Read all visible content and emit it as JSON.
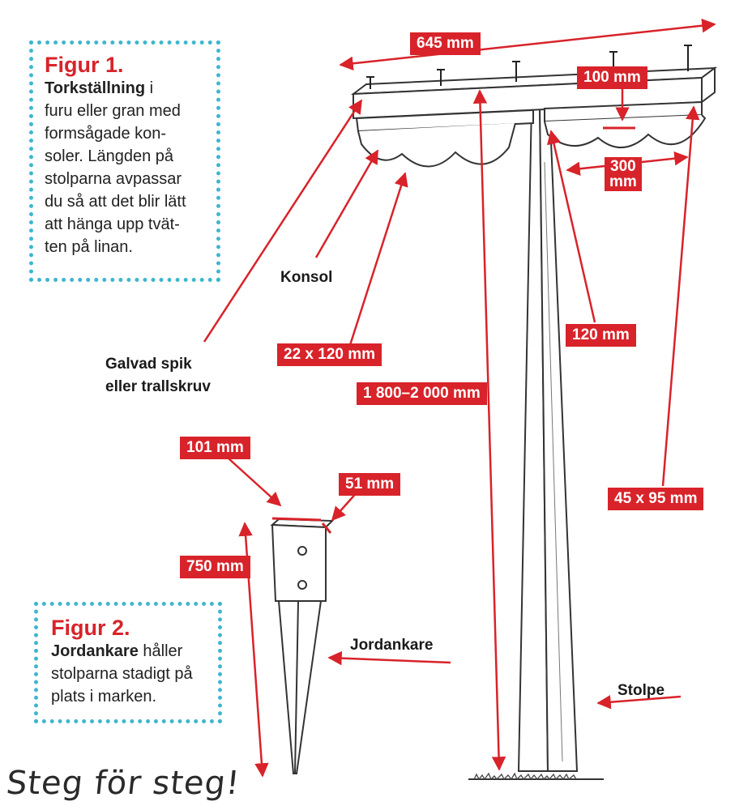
{
  "figure1": {
    "title": "Figur 1.",
    "body_bold": "Torkställning",
    "body_lines": [
      " i",
      "furu eller gran med",
      "formsågade kon-",
      "soler. Längden på",
      "stolparna avpassar",
      "du så att det blir lätt",
      "att hänga upp tvät-",
      "ten på linan."
    ]
  },
  "figure2": {
    "title": "Figur 2.",
    "body_bold": "Jordankare",
    "body_lines": [
      " håller",
      "stolparna stadigt på",
      "plats i marken."
    ]
  },
  "measurements": {
    "crossbar_length": "645 mm",
    "nail_spacing": "100 mm",
    "arc_width": "300\nmm",
    "bracket_height": "120 mm",
    "bracket_size": "22 x 120 mm",
    "post_height": "1 800–2 000 mm",
    "post_section": "45 x 95 mm",
    "anchor_width": "101 mm",
    "anchor_depth": "51 mm",
    "anchor_length": "750 mm"
  },
  "labels": {
    "konsol": "Konsol",
    "nails": "Galvad spik\neller trallskruv",
    "jordankare": "Jordankare",
    "stolpe": "Stolpe"
  },
  "footer": {
    "heading": "Steg för steg!"
  },
  "colors": {
    "accent_red": "#d8232a",
    "dotted_border": "#3fb6cf",
    "ink": "#222222"
  }
}
